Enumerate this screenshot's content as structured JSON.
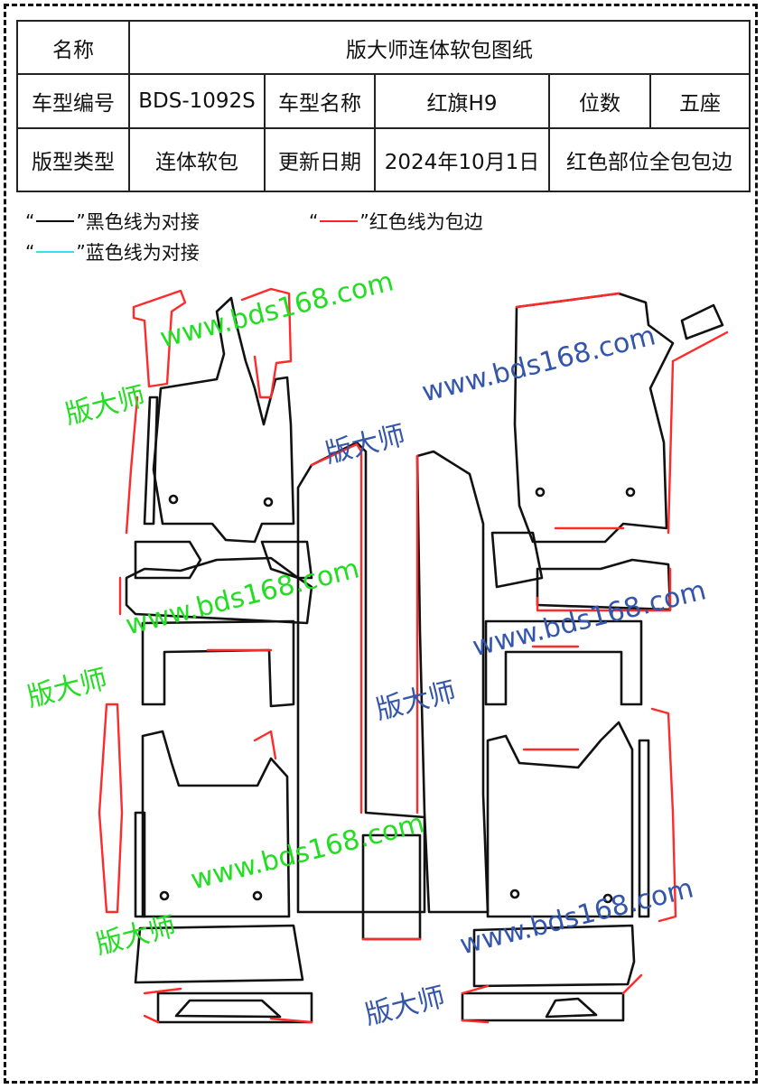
{
  "table": {
    "r1": {
      "label": "名称",
      "value": "版大师连体软包图纸"
    },
    "r2": {
      "label_code": "车型编号",
      "code": "BDS-1092S",
      "label_model": "车型名称",
      "model": "红旗H9",
      "label_seats": "位数",
      "seats": "五座"
    },
    "r3": {
      "label_type": "版型类型",
      "type": "连体软包",
      "label_date": "更新日期",
      "date": "2024年10月1日",
      "note": "红色部位全包包边"
    }
  },
  "legend": {
    "quote_open": "“",
    "quote_close": "”",
    "black": {
      "text": "黑色线为对接",
      "color": "#000000"
    },
    "red": {
      "text": "红色线为包边",
      "color": "#ff2222"
    },
    "cyan": {
      "text": "蓝色线为对接",
      "color": "#33e0f0"
    }
  },
  "watermark": {
    "brand": "版大师",
    "url": "www.bds168.com",
    "green": "#22dd22",
    "blue": "#3355aa"
  }
}
